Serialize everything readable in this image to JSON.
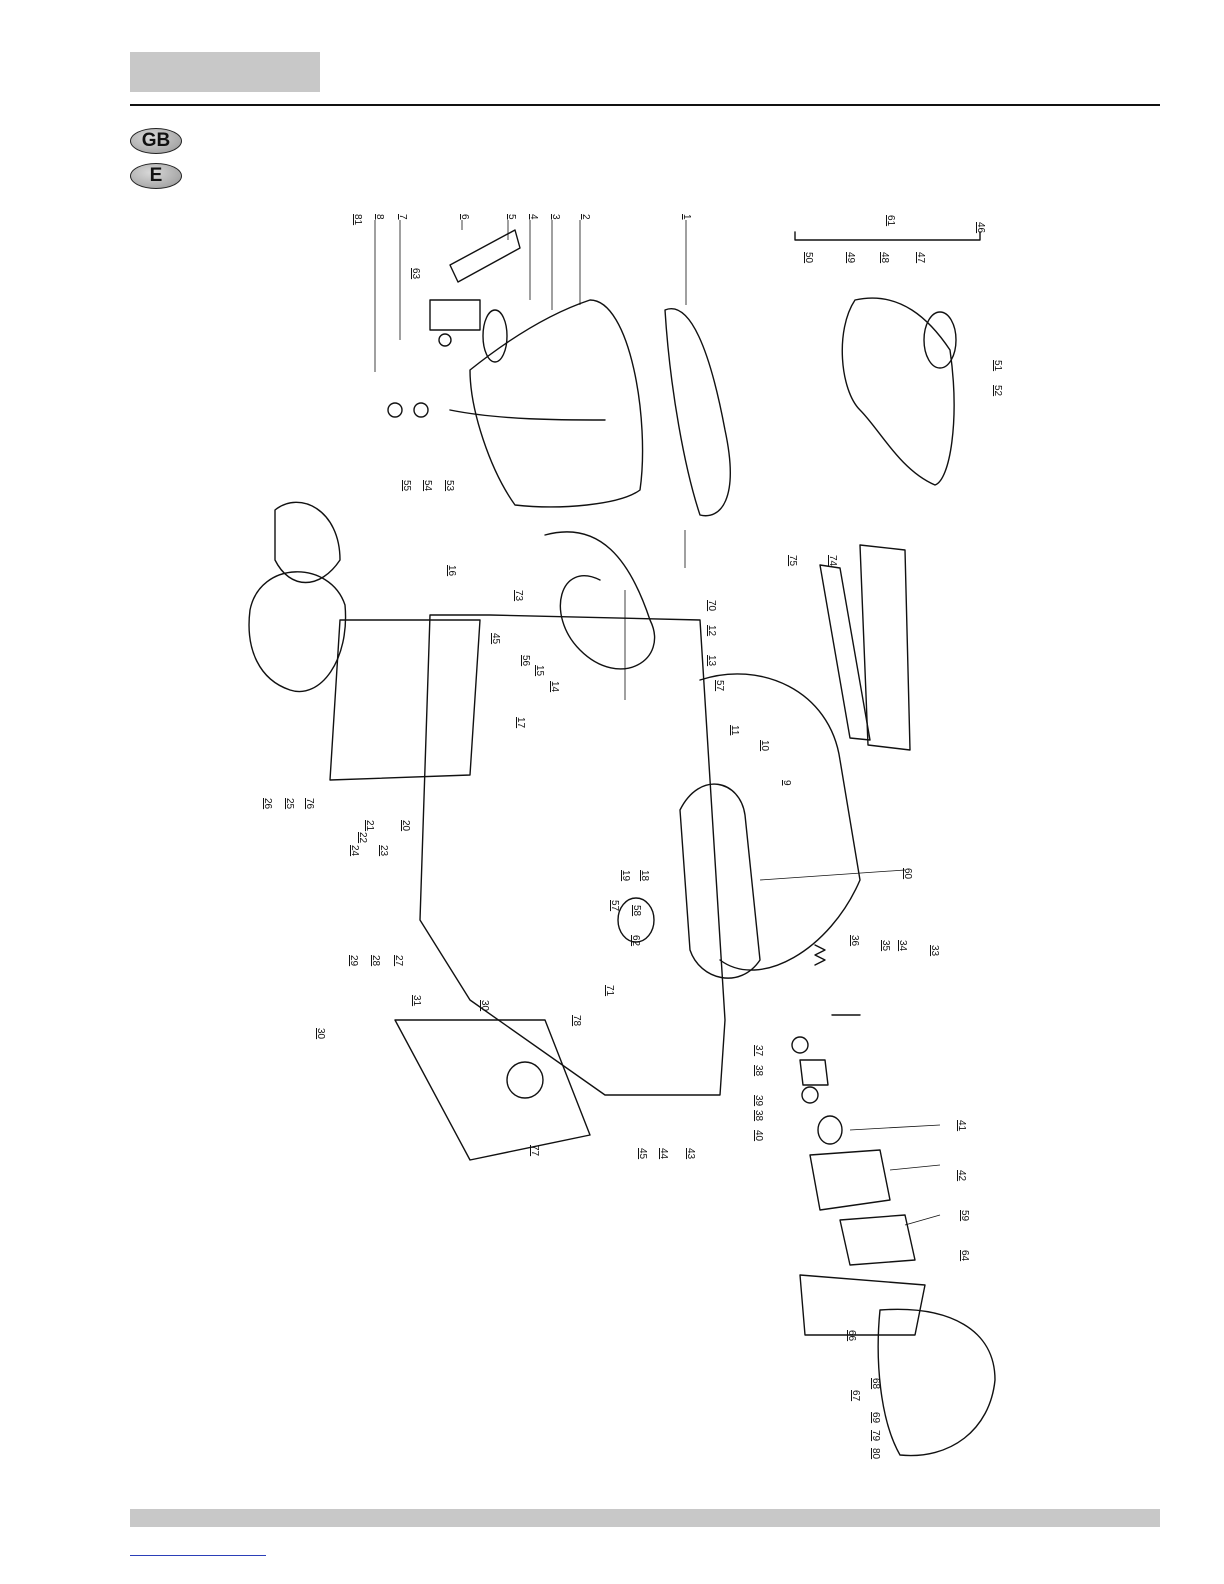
{
  "header": {
    "languages": [
      "GB",
      "E"
    ]
  },
  "diagram": {
    "part_numbers": [
      "1",
      "2",
      "3",
      "4",
      "5",
      "6",
      "7",
      "8",
      "81",
      "63",
      "53",
      "54",
      "55",
      "46",
      "47",
      "48",
      "49",
      "50",
      "51",
      "52",
      "61",
      "16",
      "73",
      "70",
      "12",
      "13",
      "45",
      "56",
      "15",
      "14",
      "57",
      "11",
      "10",
      "9",
      "75",
      "74",
      "17",
      "26",
      "25",
      "76",
      "21",
      "22",
      "20",
      "23",
      "24",
      "29",
      "28",
      "27",
      "19",
      "18",
      "60",
      "30",
      "31",
      "30",
      "71",
      "78",
      "57",
      "58",
      "62",
      "36",
      "35",
      "34",
      "33",
      "37",
      "38",
      "39",
      "38",
      "40",
      "41",
      "42",
      "59",
      "64",
      "66",
      "67",
      "68",
      "69",
      "79",
      "80",
      "45",
      "77",
      "44",
      "43"
    ]
  }
}
